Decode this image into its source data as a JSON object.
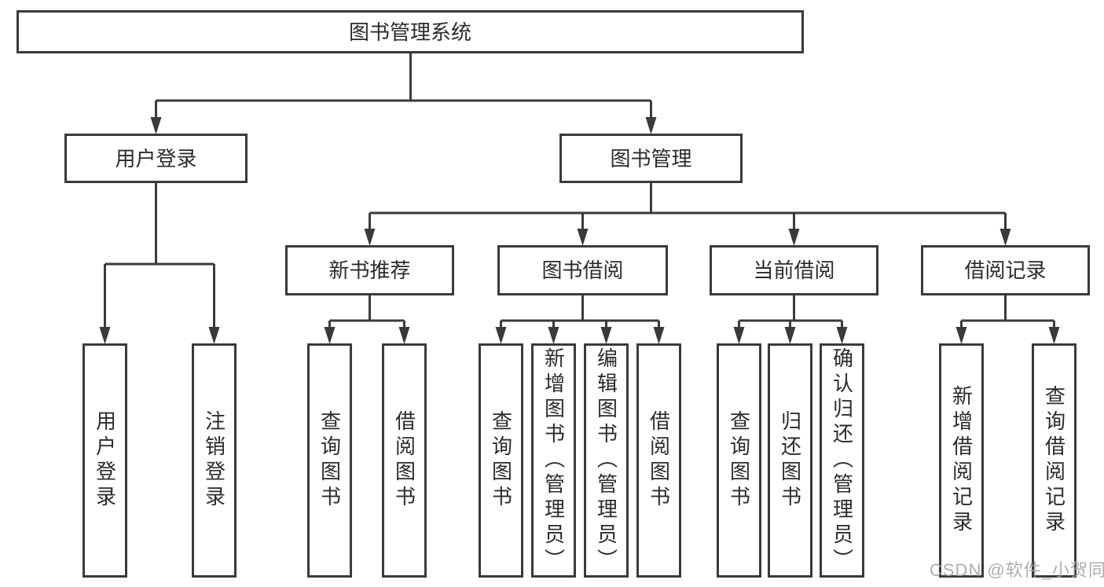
{
  "tree": {
    "label": "图书管理系统",
    "children": [
      {
        "label": "用户登录",
        "children": [
          {
            "label": "用户登录"
          },
          {
            "label": "注销登录"
          }
        ]
      },
      {
        "label": "图书管理",
        "children": [
          {
            "label": "新书推荐",
            "children": [
              {
                "label": "查询图书"
              },
              {
                "label": "借阅图书"
              }
            ]
          },
          {
            "label": "图书借阅",
            "children": [
              {
                "label": "查询图书"
              },
              {
                "label": "新增图书（管理员）"
              },
              {
                "label": "编辑图书（管理员）"
              },
              {
                "label": "借阅图书"
              }
            ]
          },
          {
            "label": "当前借阅",
            "children": [
              {
                "label": "查询图书"
              },
              {
                "label": "归还图书"
              },
              {
                "label": "确认归还（管理员）"
              }
            ]
          },
          {
            "label": "借阅记录",
            "children": [
              {
                "label": "新增借阅记录"
              },
              {
                "label": "查询借阅记录"
              }
            ]
          }
        ]
      }
    ]
  },
  "watermark": {
    "text": "CSDN @软件_小贺同学"
  },
  "colors": {
    "line": "#3a3a3a",
    "text": "#2b2b2b",
    "background": "#ffffff",
    "watermark": "#a3a3a3"
  }
}
